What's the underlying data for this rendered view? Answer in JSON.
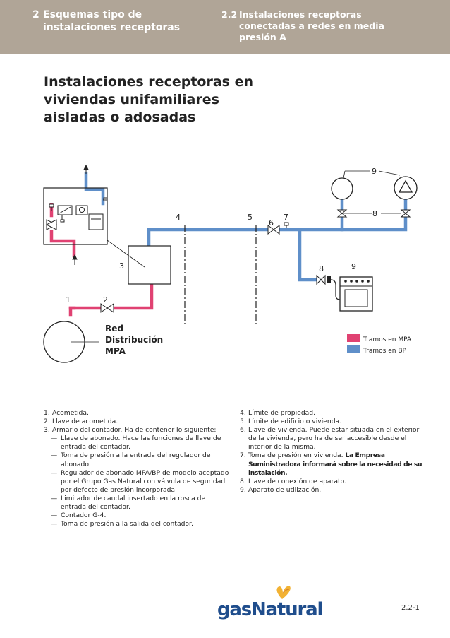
{
  "header": {
    "left_number": "2",
    "left_title": "Esquemas tipo de instalaciones receptoras",
    "right_number": "2.2",
    "right_title": "Instalaciones receptoras conectadas a redes en media presión A"
  },
  "page_title": "Instalaciones receptoras en viviendas unifamiliares aisladas o adosadas",
  "diagram": {
    "labels": {
      "n1": "1",
      "n2": "2",
      "n3": "3",
      "n4": "4",
      "n5": "5",
      "n6": "6",
      "n7": "7",
      "n8_top": "8",
      "n8_bottom": "8",
      "n9_top": "9",
      "n9_bottom": "9"
    },
    "network_label": [
      "Red",
      "Distribución",
      "MPA"
    ],
    "legend": [
      {
        "label": "Tramos en MPA",
        "color": "#e04272"
      },
      {
        "label": "Tramos en BP",
        "color": "#5f8fc9"
      }
    ]
  },
  "list_left": [
    {
      "n": "1.",
      "text": "Acometida."
    },
    {
      "n": "2.",
      "text": "Llave de acometida."
    },
    {
      "n": "3.",
      "text": "Armario del contador. Ha de contener lo siguiente:"
    }
  ],
  "list_left_subs": [
    "Llave de abonado. Hace las funciones de llave de entrada del contador.",
    "Toma de presión a la entrada del regulador de abonado",
    "Regulador de abonado MPA/BP de modelo aceptado por el Grupo Gas Natural con válvula de seguridad por defecto de presión incorporada",
    "Limitador de caudal insertado en la rosca de entrada del contador.",
    "Contador G-4.",
    "Toma de presión a la salida del contador."
  ],
  "list_right": [
    {
      "n": "4.",
      "text": "Límite de propiedad."
    },
    {
      "n": "5.",
      "text": "Límite de edificio o vivienda."
    },
    {
      "n": "6.",
      "text": "Llave de vivienda. Puede estar situada en el exterior de la vivienda, pero ha de ser accesible desde el interior de la misma."
    },
    {
      "n": "7.",
      "text": "Toma de presión en vivienda.",
      "note": "La Empresa Suministradora informará sobre la necesidad de su instalación."
    },
    {
      "n": "8.",
      "text": "Llave de conexión de aparato."
    },
    {
      "n": "9.",
      "text": "Aparato de utilización."
    }
  ],
  "dash": "—",
  "footer": {
    "logo_text": "gasNatural",
    "page_number": "2.2-1"
  }
}
